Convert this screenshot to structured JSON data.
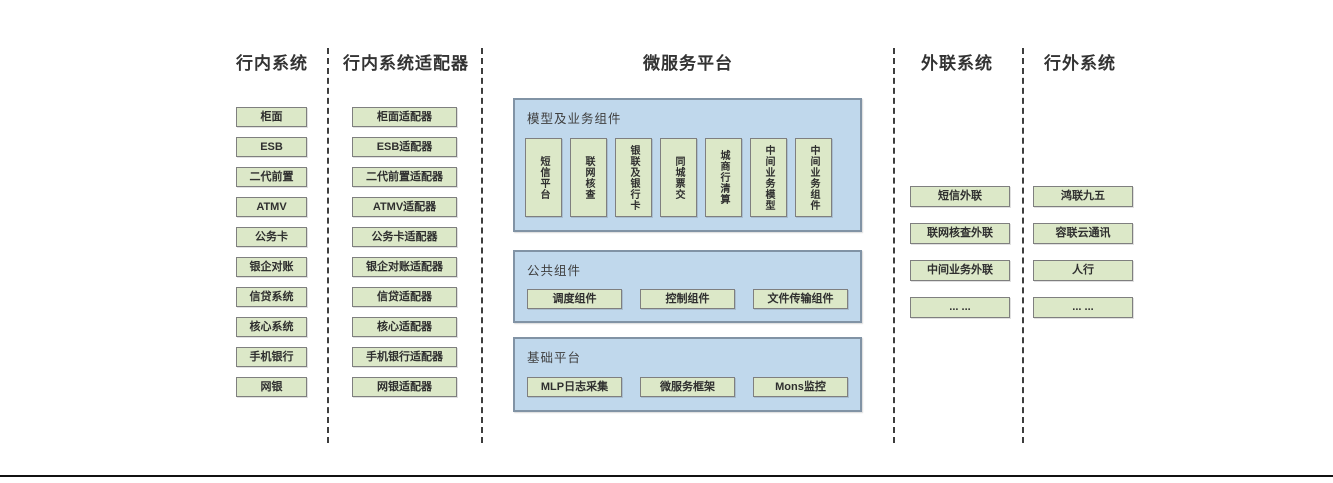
{
  "diagram": {
    "columns": [
      {
        "title": "行内系统",
        "items": [
          "柜面",
          "ESB",
          "二代前置",
          "ATMV",
          "公务卡",
          "银企对账",
          "信贷系统",
          "核心系统",
          "手机银行",
          "网银"
        ]
      },
      {
        "title": "行内系统适配器",
        "items": [
          "柜面适配器",
          "ESB适配器",
          "二代前置适配器",
          "ATMV适配器",
          "公务卡适配器",
          "银企对账适配器",
          "信贷适配器",
          "核心适配器",
          "手机银行适配器",
          "网银适配器"
        ]
      },
      {
        "title": "微服务平台",
        "groups": [
          {
            "title": "模型及业务组件",
            "items": [
              "短信平台",
              "联网核查",
              "银联及银行卡",
              "同城票交",
              "城商行清算",
              "中间业务模型",
              "中间业务组件"
            ]
          },
          {
            "title": "公共组件",
            "items": [
              "调度组件",
              "控制组件",
              "文件传输组件"
            ]
          },
          {
            "title": "基础平台",
            "items": [
              "MLP日志采集",
              "微服务框架",
              "Mons监控"
            ]
          }
        ]
      },
      {
        "title": "外联系统",
        "items": [
          "短信外联",
          "联网核查外联",
          "中间业务外联",
          "... ..."
        ]
      },
      {
        "title": "行外系统",
        "items": [
          "鸿联九五",
          "容联云通讯",
          "人行",
          "... ..."
        ]
      }
    ],
    "colors": {
      "node_fill": "#dce8c8",
      "node_border": "#7f7f7f",
      "panel_fill": "#c0d8ec",
      "panel_border": "#8193a5",
      "text": "#333333",
      "separator": "#3d3d3d",
      "baseline": "#111111"
    }
  }
}
